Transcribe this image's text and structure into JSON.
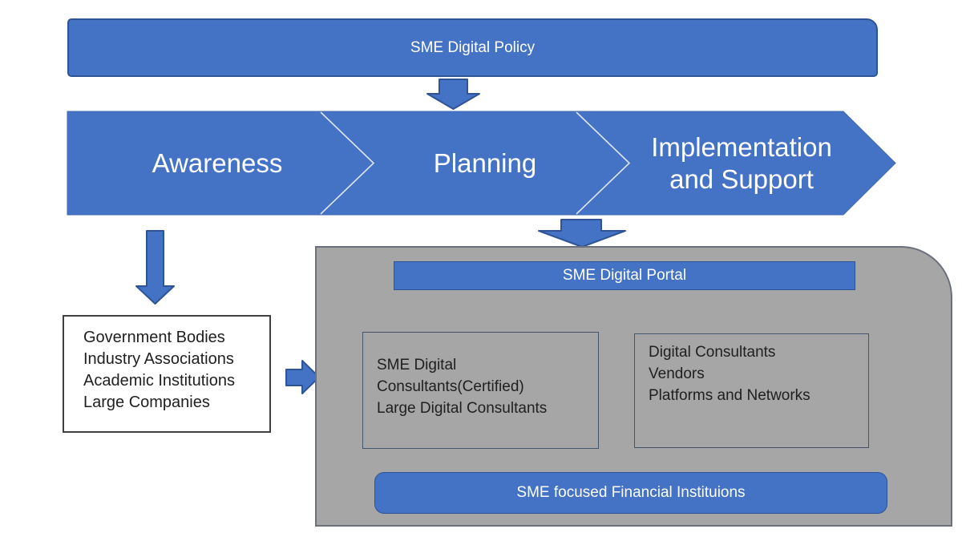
{
  "colors": {
    "blue": "#4472C4",
    "blue-border": "#2F5496",
    "chevron-line": "#DCE6F5",
    "panel-gray": "#A6A6A6",
    "panel-border": "#6A707C",
    "inner-box-border": "#44546A",
    "stakeholder-border": "#404040",
    "text-light": "#FFFFFF",
    "text-dark": "#1F1F1F"
  },
  "policy_banner": {
    "label": "SME Digital Policy"
  },
  "process_band": {
    "steps": [
      {
        "label": "Awareness"
      },
      {
        "label": "Planning"
      },
      {
        "label": "Implementation and Support"
      }
    ]
  },
  "stakeholders_box": {
    "lines": [
      "Government Bodies",
      "Industry Associations",
      "Academic Institutions",
      "Large Companies"
    ]
  },
  "portal_panel": {
    "portal_bar_label": "SME Digital Portal",
    "consultants_box": {
      "lines": [
        "SME Digital",
        "Consultants(Certified)",
        "Large Digital Consultants"
      ]
    },
    "vendors_box": {
      "lines": [
        "Digital Consultants",
        "Vendors",
        "Platforms and Networks"
      ]
    },
    "financial_bar_label": "SME focused Financial Instituions"
  }
}
